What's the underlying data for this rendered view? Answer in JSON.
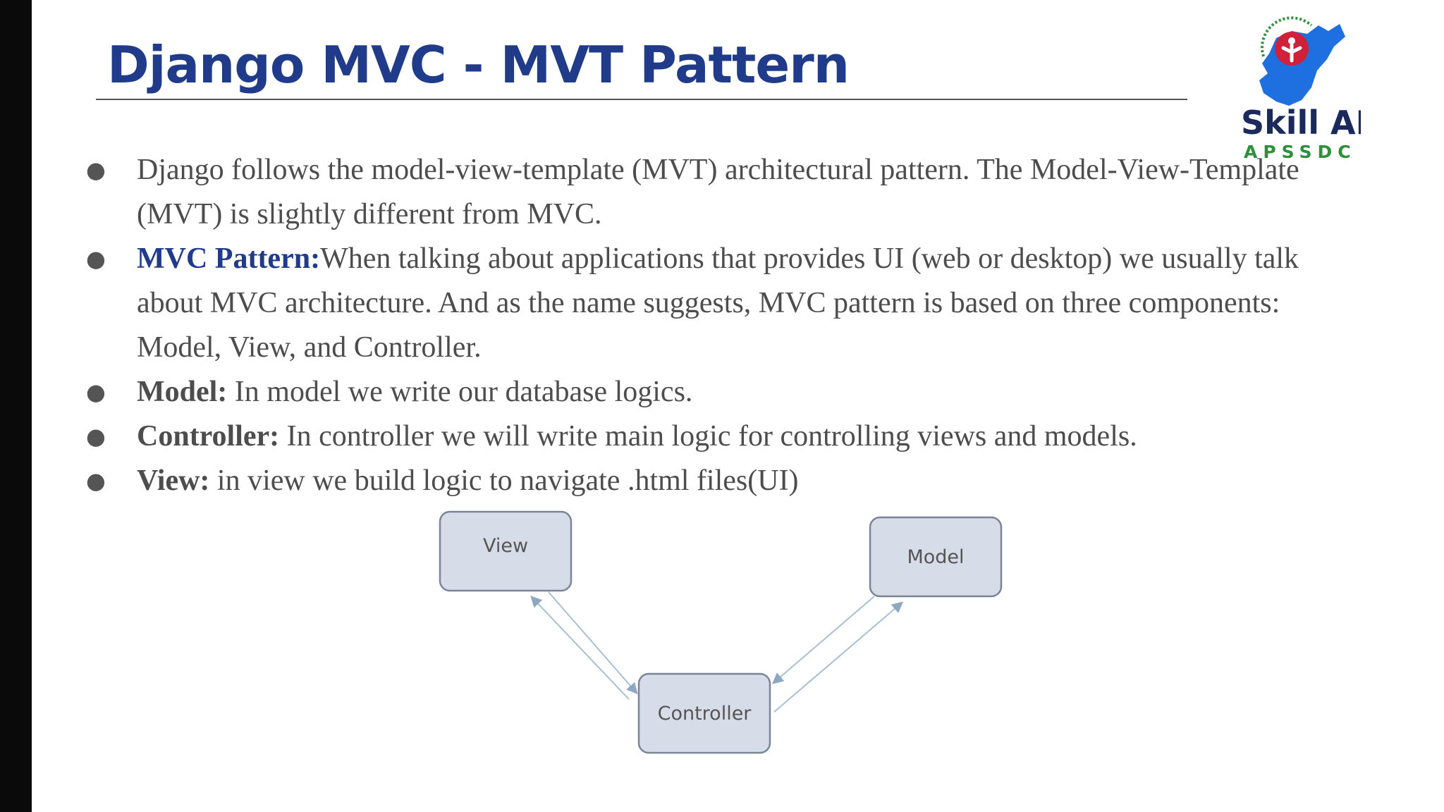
{
  "slide": {
    "title": "Django MVC - MVT Pattern"
  },
  "logo": {
    "brand_text": "Skill AP",
    "sub_text": "APSSDC"
  },
  "bullets": [
    {
      "lead": "",
      "text": "Django follows the model-view-template (MVT) architectural pattern. The Model-View-Template (MVT) is slightly different from MVC."
    },
    {
      "lead": "MVC Pattern:",
      "lead_color": "#1f3b8a",
      "text": "When talking about applications that provides UI (web or desktop) we usually talk about MVC architecture. And as the name suggests, MVC pattern is based on three components: Model, View, and Controller."
    },
    {
      "lead": "Model:",
      "text": " In model we write our database logics."
    },
    {
      "lead": "Controller:",
      "text": " In controller we will write main logic for controlling views and models."
    },
    {
      "lead": "View:",
      "text": " in view we build logic to navigate .html files(UI)"
    }
  ],
  "diagram": {
    "view_label": "View",
    "model_label": "Model",
    "controller_label": "Controller"
  },
  "colors": {
    "title": "#1f3b8a",
    "body_text": "#4d4d4d",
    "box_fill": "#d6dde8",
    "box_stroke": "#7a8597",
    "arrow": "#a9bfd6"
  }
}
